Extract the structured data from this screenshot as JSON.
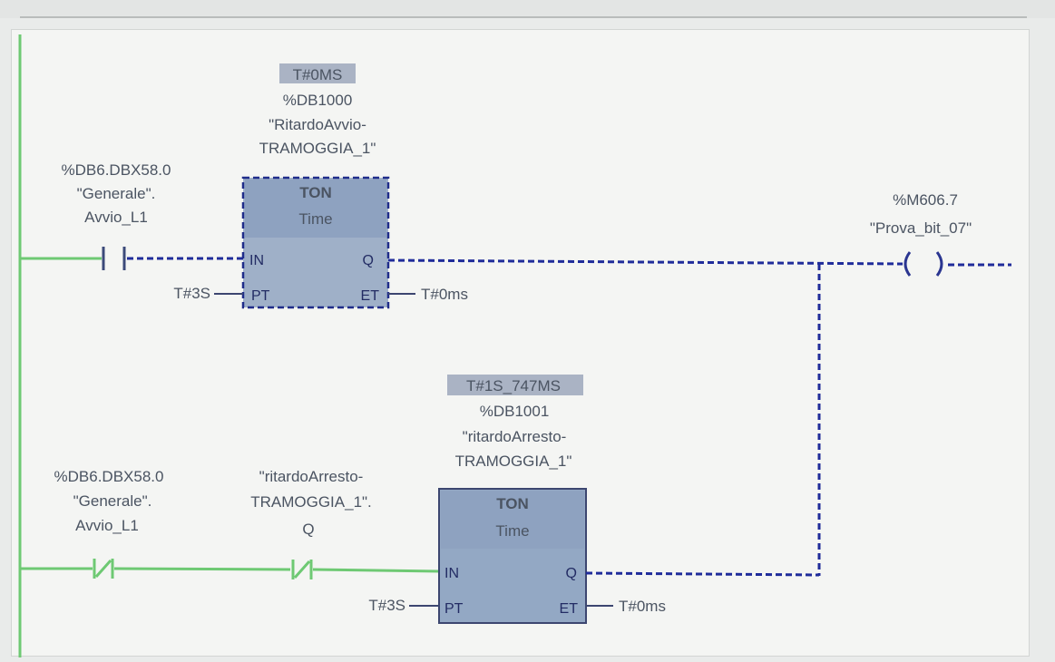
{
  "network": {
    "timer1": {
      "runtime_value": "T#0MS",
      "db": "%DB1000",
      "name_line1": "\"RitardoAvvio-",
      "name_line2": "TRAMOGGIA_1\"",
      "type": "TON",
      "subtype": "Time",
      "pins": {
        "in": "IN",
        "pt": "PT",
        "q": "Q",
        "et": "ET"
      },
      "pt_value": "T#3S",
      "et_value": "T#0ms"
    },
    "contact1": {
      "address": "%DB6.DBX58.0",
      "name_line1": "\"Generale\".",
      "name_line2": "Avvio_L1",
      "kind": "normally-open-contact"
    },
    "coil": {
      "address": "%M606.7",
      "name": "\"Prova_bit_07\"",
      "kind": "coil"
    },
    "timer2": {
      "runtime_value": "T#1S_747MS",
      "db": "%DB1001",
      "name_line1": "\"ritardoArresto-",
      "name_line2": "TRAMOGGIA_1\"",
      "type": "TON",
      "subtype": "Time",
      "pins": {
        "in": "IN",
        "pt": "PT",
        "q": "Q",
        "et": "ET"
      },
      "pt_value": "T#3S",
      "et_value": "T#0ms"
    },
    "contact2": {
      "address": "%DB6.DBX58.0",
      "name_line1": "\"Generale\".",
      "name_line2": "Avvio_L1",
      "kind": "normally-closed-contact"
    },
    "contact3": {
      "name_line1": "\"ritardoArresto-",
      "name_line2": "TRAMOGGIA_1\".",
      "name_line3": "Q",
      "kind": "normally-closed-contact"
    },
    "colors": {
      "powered": "#6ec973",
      "unpowered": "#1f2c9a",
      "block_fill": "#9fb0c8"
    }
  }
}
